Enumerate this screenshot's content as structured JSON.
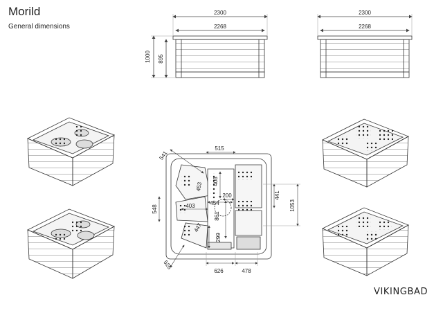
{
  "header": {
    "title": "Morild",
    "subtitle": "General dimensions"
  },
  "brand": {
    "name": "VIKINGBAD",
    "logo_icon": "vikingbad-wordmark"
  },
  "front_view": {
    "overall_width": "2300",
    "inner_width": "2268",
    "overall_height": "1000",
    "cabinet_height": "895"
  },
  "side_view": {
    "overall_width": "2300",
    "inner_width": "2268"
  },
  "top_view": {
    "dims": {
      "d541": "541",
      "d515": "515",
      "d453": "453",
      "d408": "408",
      "d200": "200",
      "d441": "441",
      "d1053": "1053",
      "d548": "548",
      "d403": "403",
      "d454": "454",
      "d861": "861",
      "d447": "447",
      "d299": "299",
      "d526": "526",
      "d626": "626",
      "d478": "478"
    }
  },
  "perspectives": [
    "spa-perspective-top-left",
    "spa-perspective-bottom-left",
    "spa-perspective-top-right",
    "spa-perspective-bottom-right"
  ],
  "colors": {
    "line": "#333333",
    "dim": "#444444"
  }
}
